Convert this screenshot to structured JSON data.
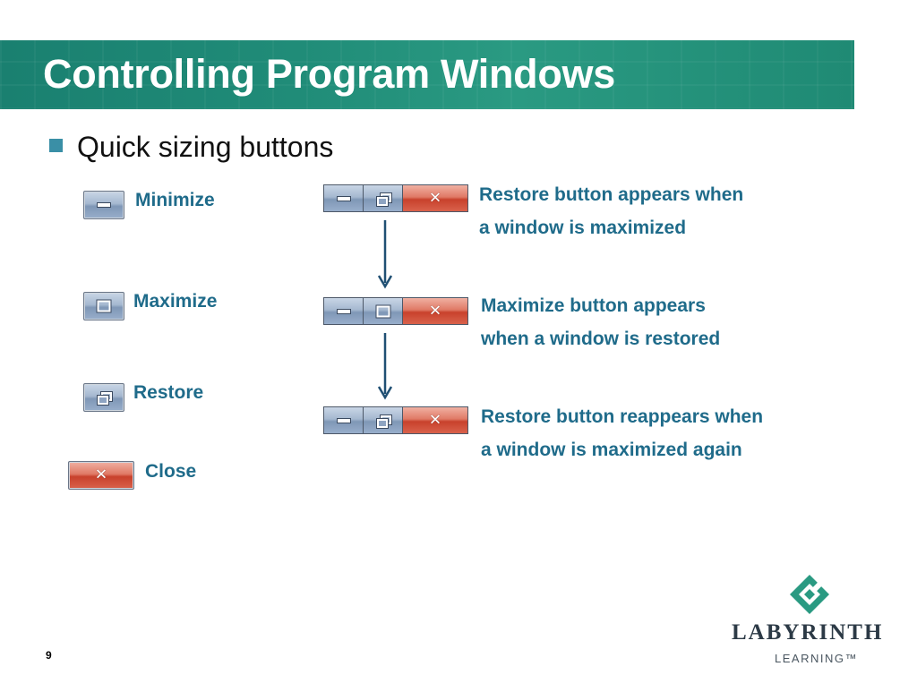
{
  "title": "Controlling Program Windows",
  "bullet": "Quick sizing buttons",
  "buttons": {
    "minimize": "Minimize",
    "maximize": "Maximize",
    "restore": "Restore",
    "close": "Close"
  },
  "notes": {
    "maximized_line1": "Restore button appears when",
    "maximized_line2": "a window is maximized",
    "restored_line1": "Maximize button appears",
    "restored_line2": "when a window is restored",
    "maximized_again_line1": "Restore button reappears when",
    "maximized_again_line2": "a window is maximized again"
  },
  "page_number": "9",
  "logo": {
    "name": "LABYRINTH",
    "sub": "LEARNING™"
  },
  "colors": {
    "title_bar": "#208c78",
    "accent_text": "#1f6b8a",
    "close_red": "#c8412c",
    "button_blue": "#7f97b6"
  }
}
